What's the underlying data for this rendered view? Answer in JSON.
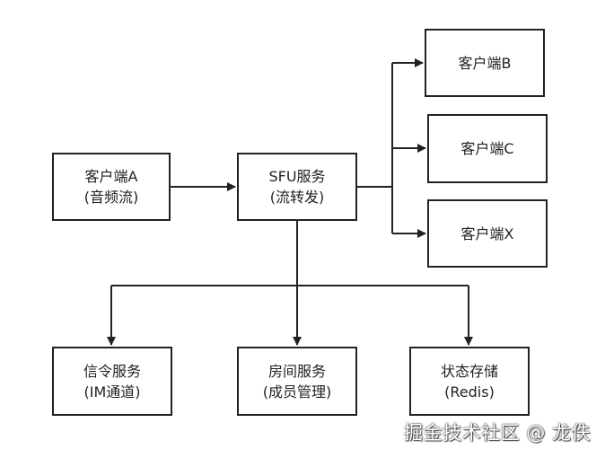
{
  "nodes": {
    "client_a": {
      "line1": "客户端A",
      "line2": "(音频流)"
    },
    "sfu": {
      "line1": "SFU服务",
      "line2": "(流转发)"
    },
    "client_b": {
      "line1": "客户端B"
    },
    "client_c": {
      "line1": "客户端C"
    },
    "client_x": {
      "line1": "客户端X"
    },
    "signal": {
      "line1": "信令服务",
      "line2": "(IM通道)"
    },
    "room": {
      "line1": "房间服务",
      "line2": "(成员管理)"
    },
    "state": {
      "line1": "状态存储",
      "line2": "(Redis)"
    }
  },
  "watermark": "掘金技术社区 @ 龙佚"
}
